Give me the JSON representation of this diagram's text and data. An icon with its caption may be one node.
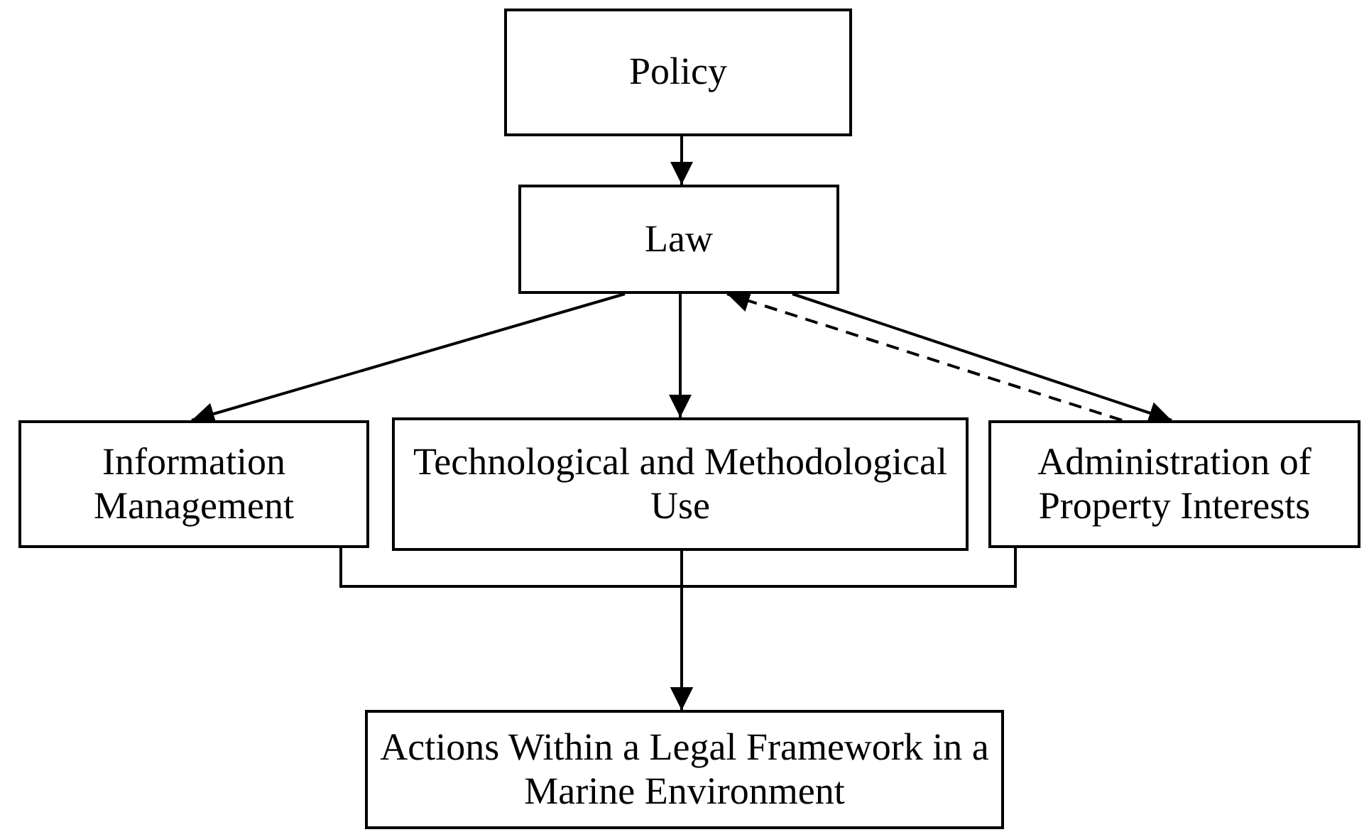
{
  "diagram": {
    "nodes": [
      {
        "text": [
          "Policy"
        ]
      },
      {
        "text": [
          "Law"
        ]
      },
      {
        "text": [
          "Information Management"
        ]
      },
      {
        "text": [
          "Technological and Methodological Use"
        ]
      },
      {
        "text": [
          "Administration of Property Interests"
        ]
      },
      {
        "text": [
          "Actions Within a Legal Framework in a Marine Environment"
        ]
      }
    ],
    "edges": [
      {
        "from": 0,
        "to": 1,
        "arrow": "to"
      },
      {
        "from": 1,
        "to": 2,
        "arrow": "to"
      },
      {
        "from": 1,
        "to": 3,
        "arrow": "to"
      },
      {
        "from": 1,
        "to": 4,
        "arrow": "to"
      },
      {
        "from": 4,
        "to": 1,
        "arrow": "to",
        "style": "dashed"
      },
      {
        "from": 2,
        "to": 5,
        "arrow": "to"
      },
      {
        "from": 3,
        "to": 5,
        "arrow": "to"
      },
      {
        "from": 4,
        "to": 5,
        "arrow": "to"
      }
    ]
  }
}
